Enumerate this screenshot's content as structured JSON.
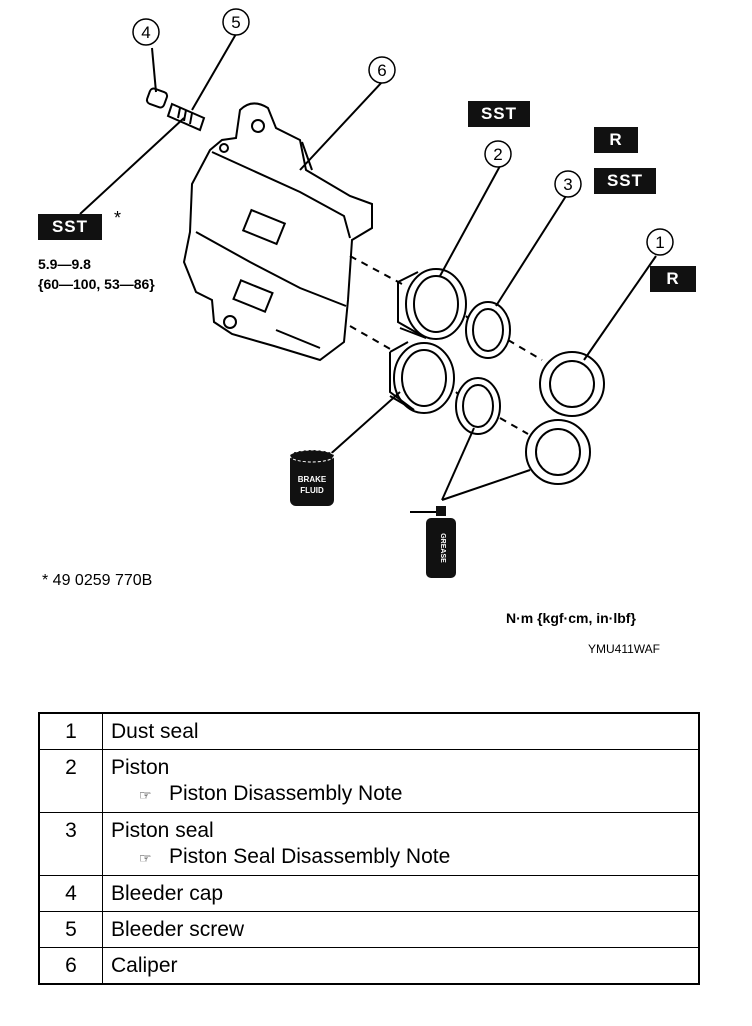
{
  "diagram": {
    "callouts": [
      "1",
      "2",
      "3",
      "4",
      "5",
      "6"
    ],
    "badges": {
      "sst_top": "SST",
      "sst_left": "SST",
      "sst_right": "SST",
      "r_top": "R",
      "r_right": "R"
    },
    "asterisk_mark": "*",
    "torque_line1": "5.9—9.8",
    "torque_line2": "{60—100, 53—86}",
    "footnote": "* 49 0259 770B",
    "units": "N·m {kgf·cm, in·lbf}",
    "figure_code": "YMU411WAF",
    "brake_fluid_label": [
      "BRAKE",
      "FLUID"
    ],
    "grease_label": "GREASE"
  },
  "parts": [
    {
      "num": "1",
      "name": "Dust seal",
      "note": ""
    },
    {
      "num": "2",
      "name": "Piston",
      "note": "Piston Disassembly Note"
    },
    {
      "num": "3",
      "name": "Piston seal",
      "note": "Piston Seal Disassembly Note"
    },
    {
      "num": "4",
      "name": "Bleeder cap",
      "note": ""
    },
    {
      "num": "5",
      "name": "Bleeder screw",
      "note": ""
    },
    {
      "num": "6",
      "name": "Caliper",
      "note": ""
    }
  ],
  "ref_icon": "reference-arrow-icon"
}
